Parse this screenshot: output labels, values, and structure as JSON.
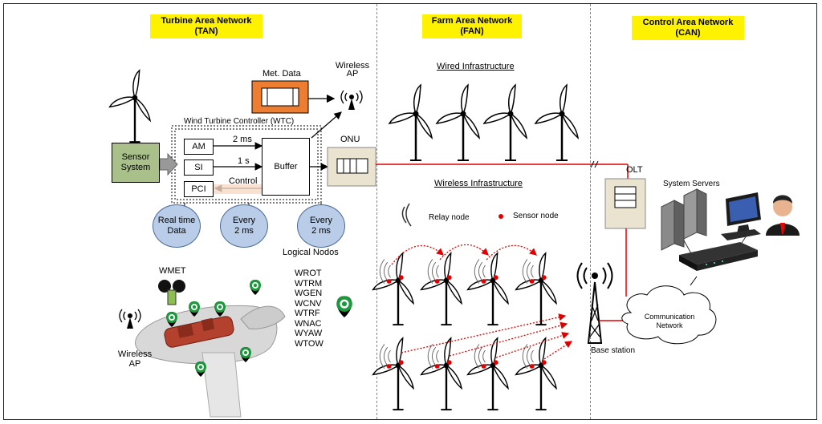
{
  "headers": {
    "tan": "Turbine Area Network",
    "tan_abbr": "(TAN)",
    "fan": "Farm Area Network",
    "fan_abbr": "(FAN)",
    "can": "Control Area Network",
    "can_abbr": "(CAN)"
  },
  "tan": {
    "met_data": "Met. Data",
    "wireless_ap_top": "Wireless",
    "wireless_ap_top2": "AP",
    "wtc_label": "Wind Turbine Controller (WTC)",
    "sensor_system": "Sensor",
    "sensor_system2": "System",
    "am": "AM",
    "si": "SI",
    "pci": "PCI",
    "rate_am": "2 ms",
    "rate_si": "1 s",
    "rate_pci": "Control",
    "buffer": "Buffer",
    "onu": "ONU",
    "circle1_a": "Real time",
    "circle1_b": "Data",
    "circle2_a": "Every",
    "circle2_b": "2 ms",
    "circle3_a": "Every",
    "circle3_b": "2 ms",
    "logical_nodes": "Logical Nodos",
    "wmet": "WMET",
    "wireless_ap_bottom": "Wireless",
    "wireless_ap_bottom2": "AP",
    "nodes": [
      "WROT",
      "WTRM",
      "WGEN",
      "WCNV",
      "WTRF",
      "WNAC",
      "WYAW",
      "WTOW"
    ]
  },
  "fan": {
    "wired": "Wired Infrastructure",
    "wireless": "Wireless Infrastructure",
    "relay_node": "Relay node",
    "sensor_node": "Sensor node",
    "base_station": "Base station"
  },
  "can": {
    "olt": "OLT",
    "system_servers": "System Servers",
    "comm_network": "Communication",
    "comm_network2": "Network"
  },
  "colors": {
    "header_bg": "#fff200",
    "fiber": "#e00000",
    "circle_fill": "#b9cde8",
    "met_box": "#ed7d31",
    "sensor_box": "#a9c08a",
    "marker_green": "#1a9a3a"
  }
}
